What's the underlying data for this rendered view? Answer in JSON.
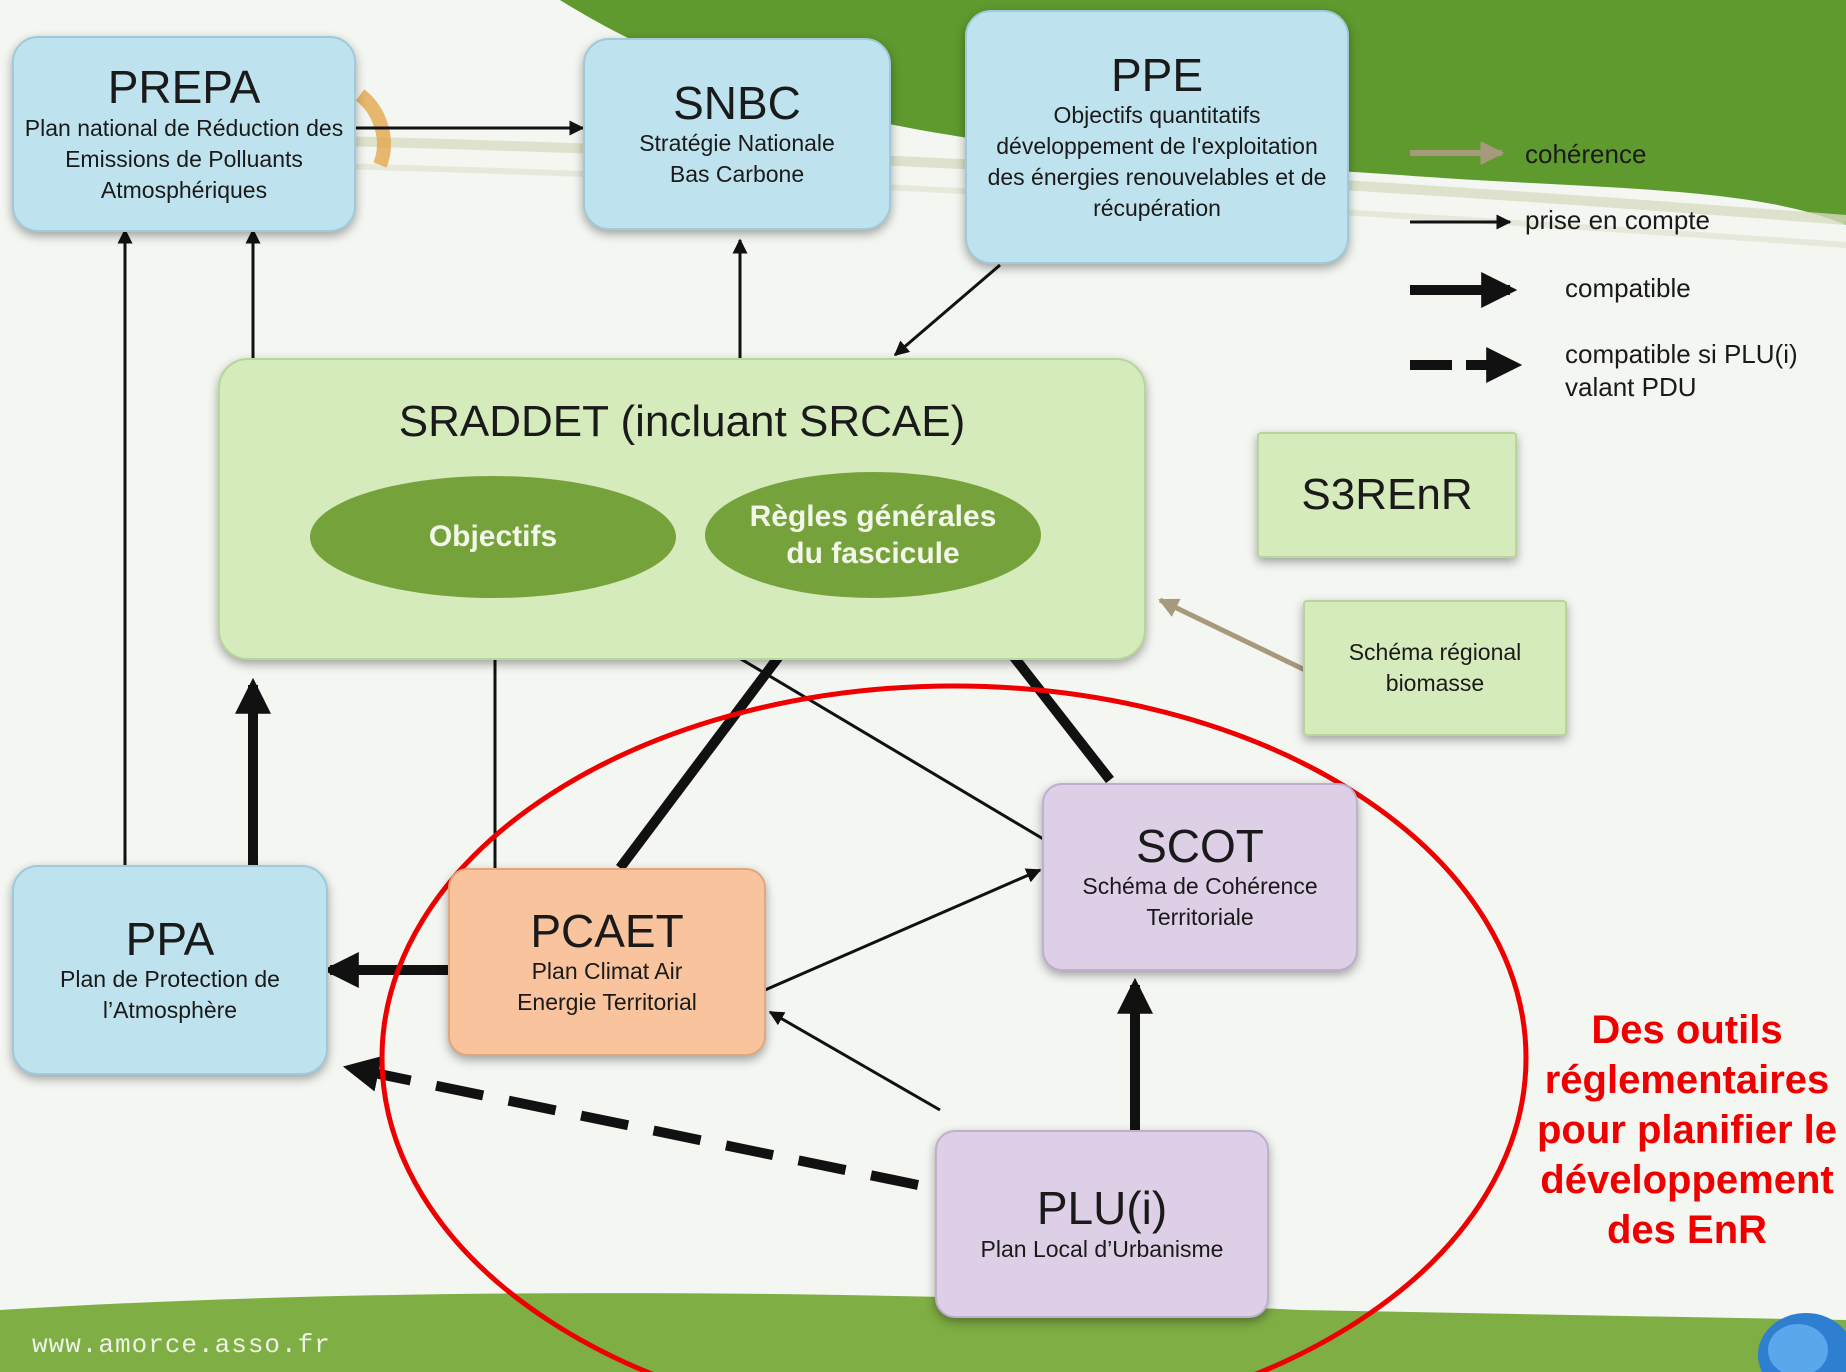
{
  "nodes": {
    "prepa": {
      "title": "PREPA",
      "subtitle": "Plan national de Réduction des Emissions de Polluants Atmosphériques"
    },
    "snbc": {
      "title": "SNBC",
      "subtitle": "Stratégie Nationale Bas Carbone"
    },
    "ppe": {
      "title": "PPE",
      "subtitle": "Objectifs quantitatifs développement de l'exploitation des énergies renouvelables et de récupération"
    },
    "sraddet": {
      "title": "SRADDET (incluant SRCAE)",
      "objectifs": "Objectifs",
      "regles": "Règles générales du fascicule"
    },
    "s3renr": {
      "title": "S3REnR"
    },
    "biomasse": {
      "title": "Schéma régional biomasse"
    },
    "ppa": {
      "title": "PPA",
      "subtitle": "Plan de Protection de l’Atmosphère"
    },
    "pcaet": {
      "title": "PCAET",
      "subtitle": "Plan Climat Air Energie Territorial"
    },
    "scot": {
      "title": "SCOT",
      "subtitle": "Schéma de Cohérence Territoriale"
    },
    "plu": {
      "title": "PLU(i)",
      "subtitle": "Plan Local d’Urbanisme"
    }
  },
  "legend": {
    "coherence": "cohérence",
    "prise_en_compte": "prise en compte",
    "compatible": "compatible",
    "compatible_plu": "compatible si PLU(i) valant PDU"
  },
  "caption": "Des outils réglementaires pour planifier le développement des EnR",
  "footer_url": "www.amorce.asso.fr",
  "colors": {
    "blue_box": "#bfe3ee",
    "orange_box": "#f9c49d",
    "purple_box": "#dccfe6",
    "green_box": "#d6ebbc",
    "ellipse_green": "#76a23b",
    "header_green": "#5f9a2e",
    "highlight_red": "#ee0000",
    "coherence_arrow": "#a79a7c"
  }
}
